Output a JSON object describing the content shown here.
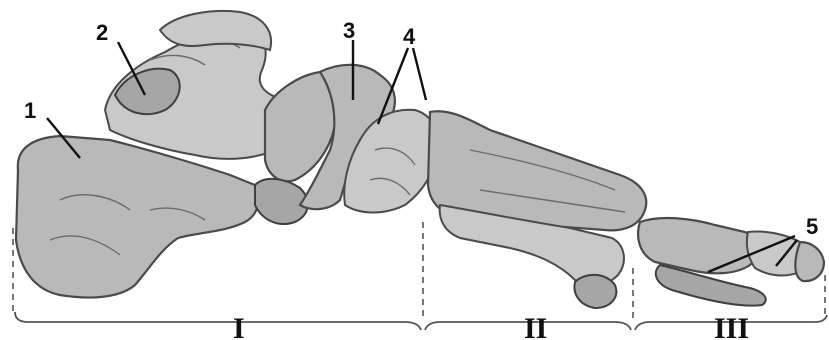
{
  "labels": {
    "l1": "1",
    "l2": "2",
    "l3": "3",
    "l4": "4",
    "l5": "5"
  },
  "sections": {
    "s1": "I",
    "s2": "II",
    "s3": "III"
  },
  "colors": {
    "bone": "#b9b9b9",
    "outline": "#4a4a4a",
    "text": "#111111"
  }
}
